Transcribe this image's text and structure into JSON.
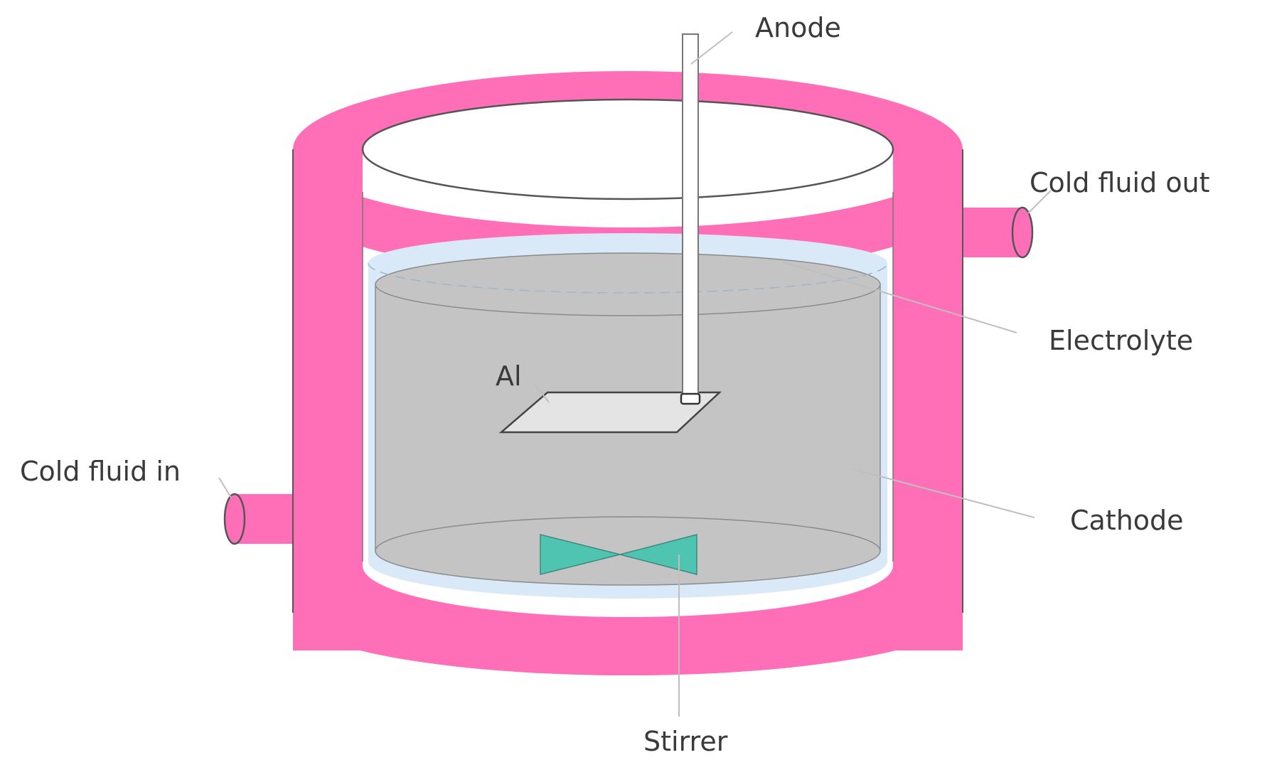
{
  "labels": {
    "anode": "Anode",
    "cold_fluid_out": "Cold fluid out",
    "electrolyte": "Electrolyte",
    "al": "Al",
    "cold_fluid_in": "Cold fluid in",
    "cathode": "Cathode",
    "stirrer": "Stirrer"
  },
  "colors": {
    "jacket": "#ff6fb8",
    "electrolyte": "#d9e9f7",
    "cathode": "#c4c4c4",
    "al_plate": "#e4e4e4",
    "stirrer": "#4fc4b0",
    "anode": "#ffffff"
  }
}
